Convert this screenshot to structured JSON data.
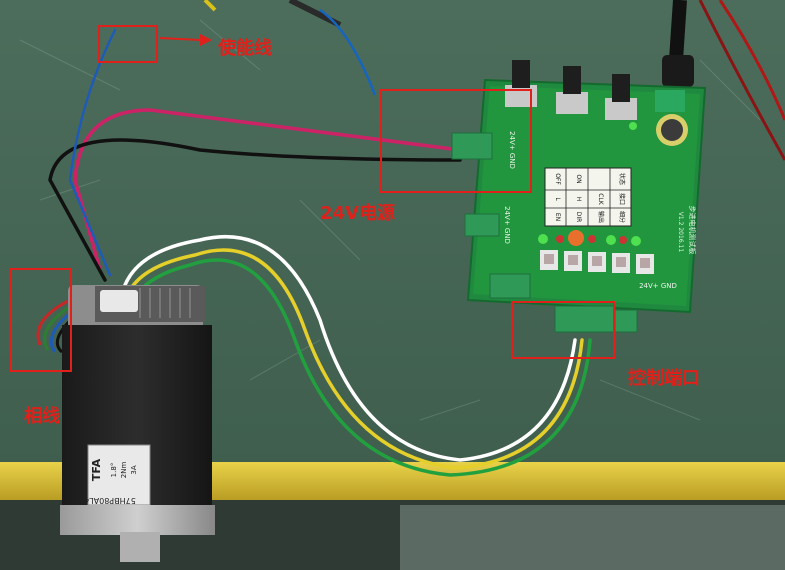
{
  "annotations": {
    "enable_wire": "使能线",
    "power_24v": "24V电源",
    "control_port": "控制端口",
    "phase_wire": "相线"
  },
  "board": {
    "terminal_left_label": "24V+ GND",
    "terminal_mid_label": "24V+ GND",
    "terminal_bottom_label": "24V+ GND",
    "table_header": [
      "状态",
      "接口",
      "细分",
      "输出"
    ],
    "table_col_a": [
      "OFF",
      "L",
      "EN"
    ],
    "table_col_b": [
      "ON",
      "H",
      "DIR"
    ],
    "table_col_c": [
      "CLK"
    ],
    "side_title": "步进电机测试板",
    "version": "V1.2 2016.11"
  },
  "motor": {
    "model_label": "57HBP80AL4",
    "brand_label": "TFA",
    "spec_1": "1.8°",
    "spec_2": "2Nm",
    "spec_3": "3A"
  },
  "colors": {
    "annotation": "#e0201a",
    "table_bg": "#f4f6ee",
    "pcb": "#1f8a3f"
  }
}
